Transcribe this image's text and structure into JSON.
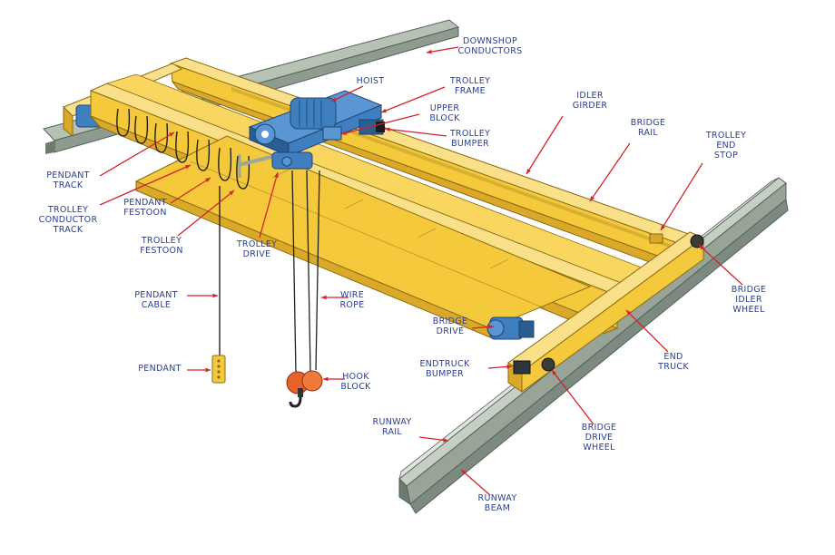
{
  "diagram": {
    "labels": {
      "downshop_conductors": [
        "DOWNSHOP",
        "CONDUCTORS"
      ],
      "hoist": [
        "HOIST"
      ],
      "trolley_frame": [
        "TROLLEY",
        "FRAME"
      ],
      "upper_block": [
        "UPPER",
        "BLOCK"
      ],
      "trolley_bumper": [
        "TROLLEY",
        "BUMPER"
      ],
      "idler_girder": [
        "IDLER",
        "GIRDER"
      ],
      "bridge_rail": [
        "BRIDGE",
        "RAIL"
      ],
      "trolley_end_stop": [
        "TROLLEY",
        "END",
        "STOP"
      ],
      "pendant_track": [
        "PENDANT",
        "TRACK"
      ],
      "trolley_conductor_track": [
        "TROLLEY",
        "CONDUCTOR",
        "TRACK"
      ],
      "pendant_festoon": [
        "PENDANT",
        "FESTOON"
      ],
      "trolley_festoon": [
        "TROLLEY",
        "FESTOON"
      ],
      "trolley_drive": [
        "TROLLEY",
        "DRIVE"
      ],
      "bridge_idler_wheel": [
        "BRIDGE",
        "IDLER",
        "WHEEL"
      ],
      "pendant_cable": [
        "PENDANT",
        "CABLE"
      ],
      "wire_rope": [
        "WIRE",
        "ROPE"
      ],
      "bridge_drive": [
        "BRIDGE",
        "DRIVE"
      ],
      "end_truck": [
        "END",
        "TRUCK"
      ],
      "pendant": [
        "PENDANT"
      ],
      "hook_block": [
        "HOOK",
        "BLOCK"
      ],
      "endtruck_bumper": [
        "ENDTRUCK",
        "BUMPER"
      ],
      "runway_rail": [
        "RUNWAY",
        "RAIL"
      ],
      "bridge_drive_wheel": [
        "BRIDGE",
        "DRIVE",
        "WHEEL"
      ],
      "runway_beam": [
        "RUNWAY",
        "BEAM"
      ]
    },
    "colors": {
      "girder_yellow": "#f5c93c",
      "girder_shade": "#dba92a",
      "girder_light": "#fbe08a",
      "steel_gray": "#9aa79a",
      "steel_dark": "#6e7c70",
      "hoist_blue": "#3f7fc0",
      "hoist_dark": "#2a5d93",
      "hook_orange": "#e8622a",
      "label_blue": "#2a3f8f",
      "arrow_red": "#d2232a"
    }
  }
}
